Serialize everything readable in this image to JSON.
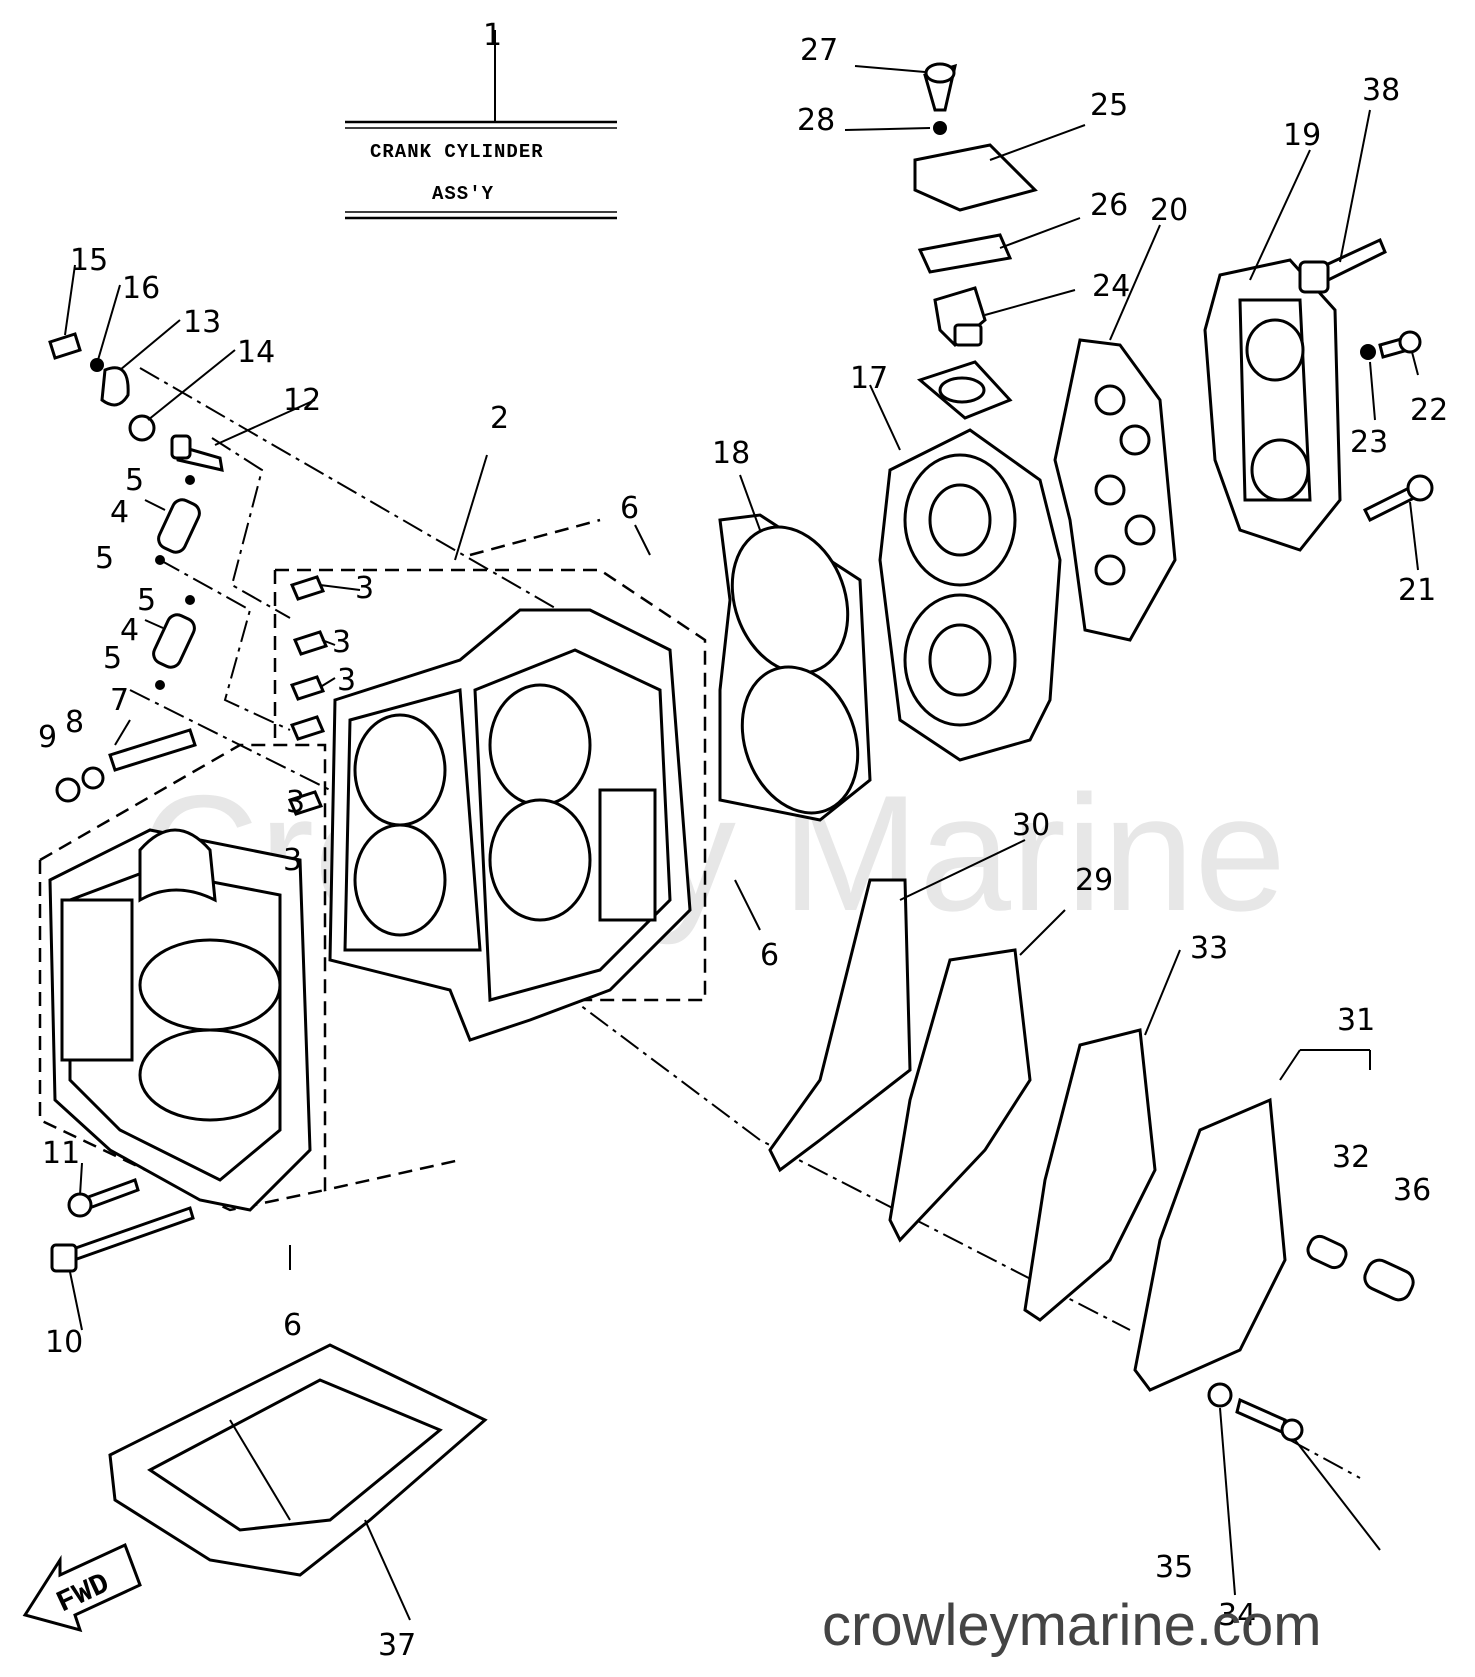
{
  "title_box": {
    "line1": "CRANK CYLINDER",
    "line2": "ASS'Y"
  },
  "watermark": "Crowley Marine",
  "site": "crowleymarine.com",
  "fwd_label": "FWD",
  "callouts": [
    "1",
    "2",
    "3",
    "3",
    "3",
    "3",
    "3",
    "4",
    "4",
    "5",
    "5",
    "5",
    "5",
    "6",
    "6",
    "6",
    "7",
    "8",
    "9",
    "10",
    "11",
    "12",
    "13",
    "14",
    "15",
    "16",
    "17",
    "18",
    "19",
    "20",
    "21",
    "22",
    "23",
    "24",
    "25",
    "26",
    "27",
    "28",
    "29",
    "30",
    "31",
    "32",
    "33",
    "34",
    "35",
    "36",
    "37",
    "38"
  ]
}
